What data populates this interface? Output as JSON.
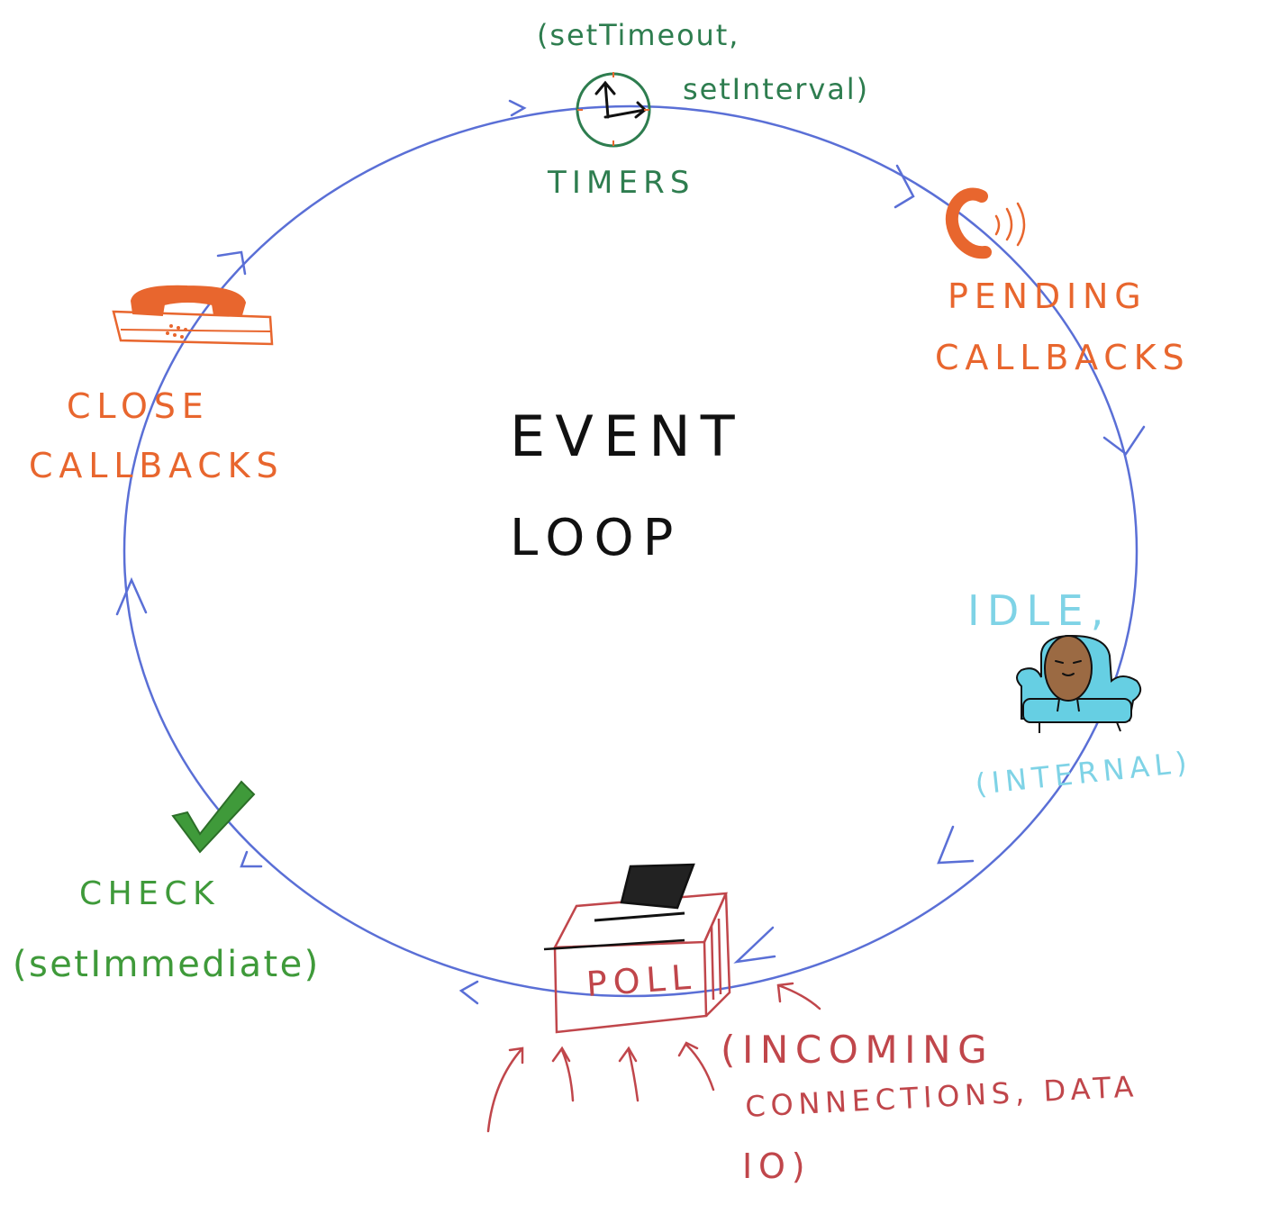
{
  "center": {
    "line1": "EVENT",
    "line2": "LOOP"
  },
  "phases": {
    "timers": {
      "label": "TIMERS",
      "api_line1": "(setTimeout,",
      "api_line2": "setInterval)",
      "color": "#2e7d4f",
      "icon": "clock-icon"
    },
    "pending": {
      "line1": "PENDING",
      "line2": "CALLBACKS",
      "color": "#e8662e",
      "icon": "ringing-phone-icon"
    },
    "idle": {
      "line1": "IDLE,",
      "line2": "(INTERNAL)",
      "color": "#7fd3e6",
      "icon": "potato-on-couch-icon"
    },
    "poll": {
      "box_label": "POLL",
      "note_line1": "(INCOMING",
      "note_line2": "CONNECTIONS, DATA",
      "note_line3": "IO)",
      "color": "#c0464b",
      "icon": "desk-laptop-icon"
    },
    "check": {
      "line1": "CHECK",
      "line2": "(setImmediate)",
      "color": "#3f9a3a",
      "icon": "checkmark-icon"
    },
    "close": {
      "line1": "CLOSE",
      "line2": "CALLBACKS",
      "color": "#e8662e",
      "icon": "telephone-icon"
    }
  },
  "loop_color": "#5a6fd6",
  "text_color": "#111111"
}
